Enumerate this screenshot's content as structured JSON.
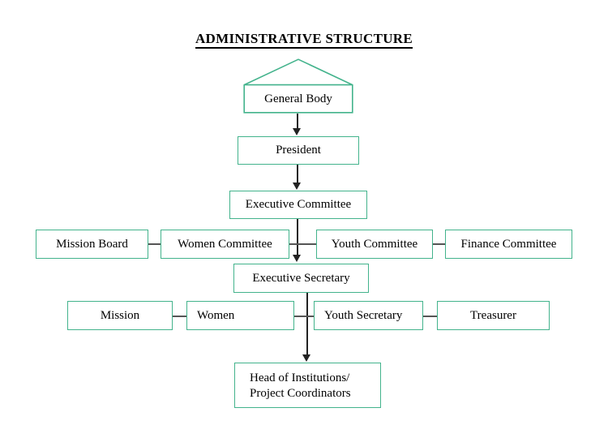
{
  "page": {
    "title": "ADMINISTRATIVE STRUCTURE",
    "border_color": "#43b38c",
    "connector_color": "#222222",
    "link_color": "#555555",
    "background": "#ffffff"
  },
  "chart_data": {
    "type": "diagram",
    "diagram_kind": "organizational-chart",
    "title": "ADMINISTRATIVE STRUCTURE",
    "nodes": [
      {
        "id": "general-body",
        "label": "General Body",
        "shape": "pentagon",
        "level": 0
      },
      {
        "id": "president",
        "label": "President",
        "shape": "rect",
        "level": 1
      },
      {
        "id": "executive-committee",
        "label": "Executive Committee",
        "shape": "rect",
        "level": 2
      },
      {
        "id": "mission-board",
        "label": "Mission Board",
        "shape": "rect",
        "level": 3
      },
      {
        "id": "women-committee",
        "label": "Women Committee",
        "shape": "rect",
        "level": 3
      },
      {
        "id": "youth-committee",
        "label": "Youth Committee",
        "shape": "rect",
        "level": 3
      },
      {
        "id": "finance-committee",
        "label": "Finance Committee",
        "shape": "rect",
        "level": 3
      },
      {
        "id": "executive-secretary",
        "label": "Executive Secretary",
        "shape": "rect",
        "level": 4
      },
      {
        "id": "mission",
        "label": "Mission",
        "shape": "rect",
        "level": 5
      },
      {
        "id": "women",
        "label": "Women",
        "shape": "rect",
        "level": 5
      },
      {
        "id": "youth-secretary",
        "label": "Youth Secretary",
        "shape": "rect",
        "level": 5
      },
      {
        "id": "treasurer",
        "label": "Treasurer",
        "shape": "rect",
        "level": 5
      },
      {
        "id": "head-of-institutions",
        "label": "Head of Institutions/ Project Coordinators",
        "shape": "rect",
        "level": 6
      }
    ],
    "edges": [
      {
        "from": "general-body",
        "to": "president",
        "type": "arrow"
      },
      {
        "from": "president",
        "to": "executive-committee",
        "type": "arrow"
      },
      {
        "from": "executive-committee",
        "to": "executive-secretary",
        "type": "arrow"
      },
      {
        "from": "executive-secretary",
        "to": "head-of-institutions",
        "type": "arrow"
      },
      {
        "from": "mission-board",
        "to": "women-committee",
        "type": "line"
      },
      {
        "from": "women-committee",
        "to": "youth-committee",
        "type": "line"
      },
      {
        "from": "youth-committee",
        "to": "finance-committee",
        "type": "line"
      },
      {
        "from": "mission",
        "to": "women",
        "type": "line"
      },
      {
        "from": "women",
        "to": "youth-secretary",
        "type": "line"
      },
      {
        "from": "youth-secretary",
        "to": "treasurer",
        "type": "line"
      }
    ]
  },
  "nodes": {
    "general_body": {
      "label": "General Body"
    },
    "president": {
      "label": "President"
    },
    "executive_committee": {
      "label": "Executive Committee"
    },
    "mission_board": {
      "label": "Mission Board"
    },
    "women_committee": {
      "label": "Women Committee"
    },
    "youth_committee": {
      "label": "Youth Committee"
    },
    "finance_committee": {
      "label": "Finance Committee"
    },
    "executive_secretary": {
      "label": "Executive Secretary"
    },
    "mission": {
      "label": "Mission"
    },
    "women": {
      "label": "Women"
    },
    "youth_secretary": {
      "label": "Youth Secretary"
    },
    "treasurer": {
      "label": "Treasurer"
    },
    "head_of_institutions": {
      "line1": "Head of Institutions/",
      "line2": "Project Coordinators"
    }
  }
}
